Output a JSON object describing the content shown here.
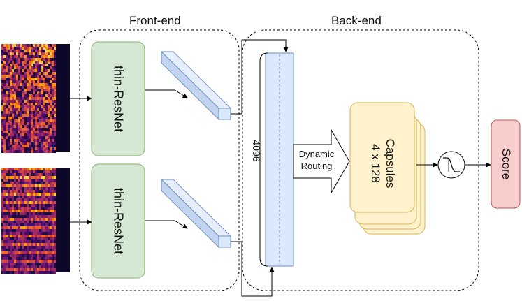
{
  "sections": {
    "front_end_title": "Front-end",
    "back_end_title": "Back-end"
  },
  "blocks": {
    "resnet_top_label": "thin-ResNet",
    "resnet_bottom_label": "thin-ResNet",
    "embedding_dim_label": "4096",
    "routing_label_line1": "Dynamic",
    "routing_label_line2": "Routing",
    "capsules_line1": "Capsules",
    "capsules_line2": "4 x 128",
    "score_label": "Score"
  },
  "colors": {
    "resnet_fill": "#d5e8d4",
    "resnet_stroke": "#82b366",
    "embedding_fill": "#dae8fc",
    "embedding_stroke": "#6c8ebf",
    "capsule_fill": "#fff2cc",
    "capsule_stroke": "#d6b656",
    "score_fill": "#f8cecc",
    "score_stroke": "#b85450",
    "spectrogram_dark": "#0d0829",
    "spectrogram_mid": "#b5367a",
    "spectrogram_bright": "#fcb15d"
  },
  "icons": {
    "activation": "sigmoid-icon",
    "spectrogram_top": "spectrogram-icon",
    "spectrogram_bottom": "spectrogram-icon"
  }
}
